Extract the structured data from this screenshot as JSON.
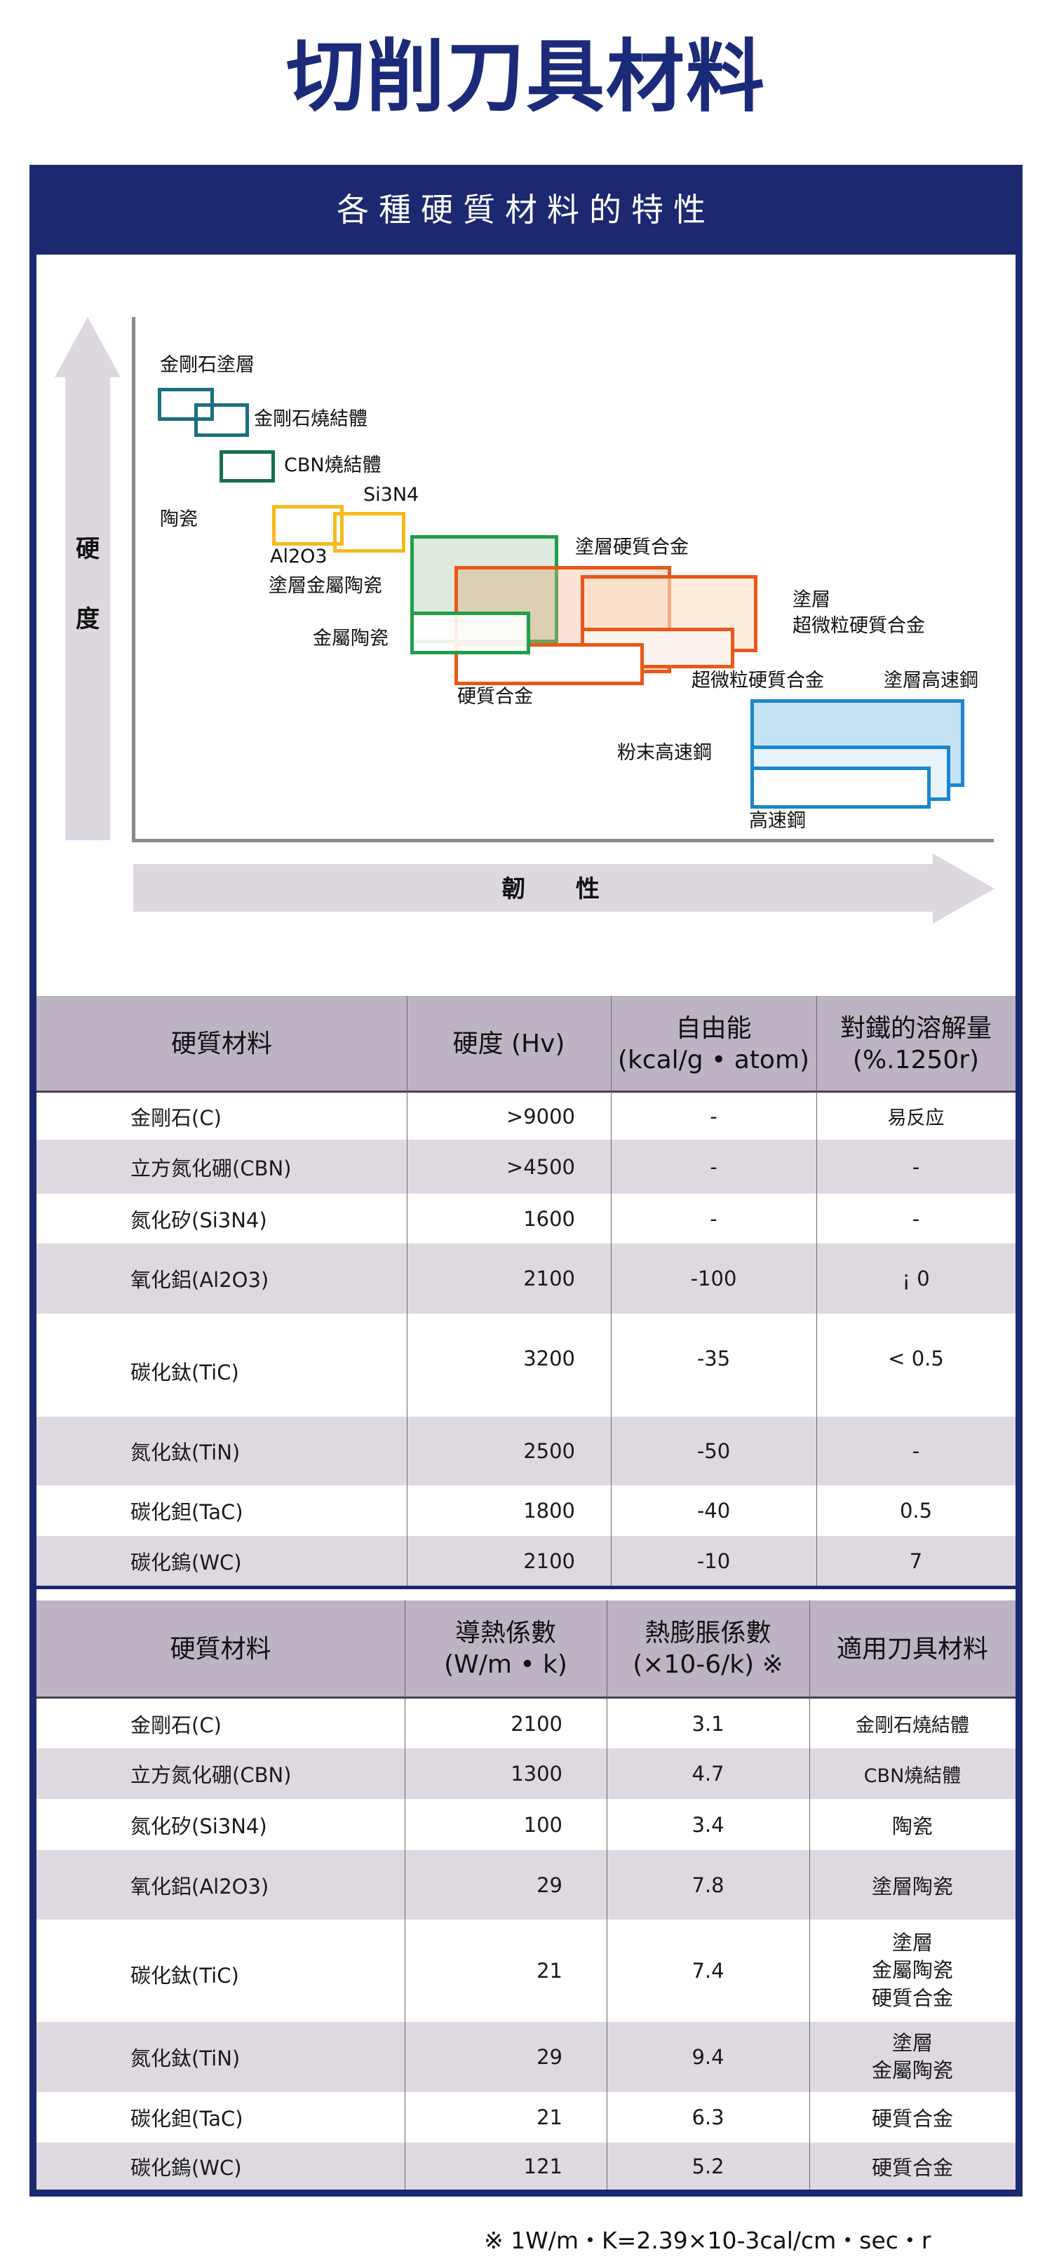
{
  "title": "切削刀具材料",
  "section_header": "各種硬質材料的特性",
  "chart_data": {
    "type": "diagram",
    "title": "各種硬質材料的特性",
    "ylabel": "硬度",
    "xlabel": "韌性",
    "y_label_chars": [
      "硬",
      "度"
    ],
    "x_label": "韌 性",
    "group_labels": [
      {
        "text": "金剛石塗層"
      },
      {
        "text": "陶瓷"
      }
    ],
    "regions": [
      {
        "name": "金剛石塗層",
        "color": "#1a6f80",
        "fill": "none",
        "x": [
          225,
          305
        ],
        "y": [
          553,
          600
        ]
      },
      {
        "name": "金剛石燒結體",
        "color": "#1a6f80",
        "fill": "none",
        "x": [
          277,
          355
        ],
        "y": [
          575,
          623
        ]
      },
      {
        "name": "CBN燒結體",
        "color": "#17704f",
        "fill": "none",
        "x": [
          313,
          392
        ],
        "y": [
          642,
          688
        ]
      },
      {
        "name": "Al2O3",
        "color": "#f5bb1d",
        "fill": "none",
        "x": [
          388,
          490
        ],
        "y": [
          720,
          778
        ]
      },
      {
        "name": "Si3N4",
        "color": "#f5bb1d",
        "fill": "none",
        "x": [
          475,
          578
        ],
        "y": [
          730,
          788
        ]
      },
      {
        "name": "塗層金屬陶瓷",
        "color": "#20a048",
        "fill": "#dfeadf",
        "x": [
          585,
          796
        ],
        "y": [
          763,
          917
        ]
      },
      {
        "name": "金屬陶瓷",
        "color": "#20a048",
        "fill": "none",
        "x": [
          585,
          756
        ],
        "y": [
          872,
          933
        ]
      },
      {
        "name": "塗層硬質合金",
        "color": "#e8581a",
        "fill": "#fbe2d6",
        "x": [
          648,
          957
        ],
        "y": [
          807,
          960
        ]
      },
      {
        "name": "硬質合金",
        "color": "#e8581a",
        "fill": "none",
        "x": [
          648,
          918
        ],
        "y": [
          917,
          977
        ]
      },
      {
        "name": "塗層超微粒硬質合金",
        "color": "#e8581a",
        "fill": "#fdeadb",
        "x": [
          828,
          1080
        ],
        "y": [
          820,
          930
        ]
      },
      {
        "name": "超微粒硬質合金",
        "color": "#e8581a",
        "fill": "none",
        "x": [
          828,
          1047
        ],
        "y": [
          895,
          953
        ]
      },
      {
        "name": "塗層高速鋼",
        "color": "#1a86d0",
        "fill": "#c6e3f5",
        "x": [
          1070,
          1375
        ],
        "y": [
          997,
          1122
        ]
      },
      {
        "name": "粉末高速鋼",
        "color": "#1a86d0",
        "fill": "#e6f3fb",
        "x": [
          1070,
          1355
        ],
        "y": [
          1063,
          1142
        ]
      },
      {
        "name": "高速鋼",
        "color": "#1a86d0",
        "fill": "#ffffff",
        "x": [
          1070,
          1327
        ],
        "y": [
          1093,
          1153
        ]
      }
    ],
    "labels": {
      "diamond_coating": "金剛石塗層",
      "diamond_sintered": "金剛石燒結體",
      "cbn_sintered": "CBN燒結體",
      "si3n4": "Si3N4",
      "ceramics": "陶瓷",
      "al2o3": "Al2O3",
      "coated_cermet": "塗層金屬陶瓷",
      "cermet": "金屬陶瓷",
      "coated_carbide": "塗層硬質合金",
      "carbide": "硬質合金",
      "coated_ultrafine_line1": "塗層",
      "coated_ultrafine_line2": "超微粒硬質合金",
      "ultrafine_carbide": "超微粒硬質合金",
      "coated_hss": "塗層高速鋼",
      "powder_hss": "粉末高速鋼",
      "hss": "高速鋼"
    }
  },
  "table1": {
    "headers": [
      "硬質材料",
      "硬度 (Hv)",
      "自由能\n(kcal/g・atom)",
      "對鐵的溶解量\n(%.1250r)"
    ],
    "header_lines": {
      "h0": "硬質材料",
      "h1": "硬度 (Hv)",
      "h2a": "自由能",
      "h2b": "(kcal/g • atom)",
      "h3a": "對鐵的溶解量",
      "h3b": "(%.1250r)"
    },
    "rows": [
      {
        "material": "金剛石(C)",
        "hardness": ">9000",
        "free_energy": "-",
        "solubility": "易反应"
      },
      {
        "material": "立方氮化硼(CBN)",
        "hardness": ">4500",
        "free_energy": "-",
        "solubility": "-"
      },
      {
        "material": "氮化矽(Si3N4)",
        "hardness": "1600",
        "free_energy": "-",
        "solubility": "-"
      },
      {
        "material": "氧化鋁(Al2O3)",
        "hardness": "2100",
        "free_energy": "-100",
        "solubility": "¡ 0"
      },
      {
        "material": "碳化鈦(TiC)",
        "hardness": "3200",
        "free_energy": "-35",
        "solubility": "< 0.5"
      },
      {
        "material": "氮化鈦(TiN)",
        "hardness": "2500",
        "free_energy": "-50",
        "solubility": "-"
      },
      {
        "material": "碳化鉭(TaC)",
        "hardness": "1800",
        "free_energy": "-40",
        "solubility": "0.5"
      },
      {
        "material": "碳化鎢(WC)",
        "hardness": "2100",
        "free_energy": "-10",
        "solubility": "7"
      }
    ]
  },
  "table2": {
    "header_lines": {
      "h0": "硬質材料",
      "h1a": "導熱係數",
      "h1b": "(W/m • k)",
      "h2a": "熱膨脹係數",
      "h2b": "(×10-6/k) ※",
      "h3": "適用刀具材料"
    },
    "rows": [
      {
        "material": "金剛石(C)",
        "conductivity": "2100",
        "expansion": "3.1",
        "tool": [
          "金剛石燒結體"
        ]
      },
      {
        "material": "立方氮化硼(CBN)",
        "conductivity": "1300",
        "expansion": "4.7",
        "tool": [
          "CBN燒結體"
        ]
      },
      {
        "material": "氮化矽(Si3N4)",
        "conductivity": "100",
        "expansion": "3.4",
        "tool": [
          "陶瓷"
        ]
      },
      {
        "material": "氧化鋁(Al2O3)",
        "conductivity": "29",
        "expansion": "7.8",
        "tool": [
          "塗層陶瓷"
        ]
      },
      {
        "material": "碳化鈦(TiC)",
        "conductivity": "21",
        "expansion": "7.4",
        "tool": [
          "塗層",
          "金屬陶瓷",
          "硬質合金"
        ]
      },
      {
        "material": "氮化鈦(TiN)",
        "conductivity": "29",
        "expansion": "9.4",
        "tool": [
          "塗層",
          "金屬陶瓷"
        ]
      },
      {
        "material": "碳化鉭(TaC)",
        "conductivity": "21",
        "expansion": "6.3",
        "tool": [
          "硬質合金"
        ]
      },
      {
        "material": "碳化鎢(WC)",
        "conductivity": "121",
        "expansion": "5.2",
        "tool": [
          "硬質合金"
        ]
      }
    ]
  },
  "footnote": "※ 1W/m・K=2.39×10-3cal/cm・sec・r",
  "colors": {
    "navy": "#1c2870",
    "header_mauve": "#bdb3c3",
    "row_alt": "#ded9e1",
    "arrow_gray": "#ddd8e0",
    "teal": "#1a6f80",
    "green": "#20a048",
    "yellow": "#f5bb1d",
    "orange": "#e8581a",
    "blue": "#1a86d0"
  }
}
